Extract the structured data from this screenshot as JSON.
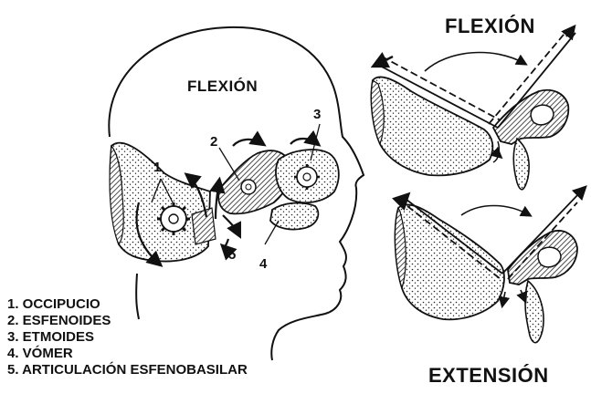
{
  "titles": {
    "main": "FLEXIÓN",
    "top_right": "FLEXIÓN",
    "bottom_right": "EXTENSIÓN"
  },
  "numbers": [
    "1",
    "2",
    "3",
    "4",
    "5"
  ],
  "legend": [
    "1. OCCIPUCIO",
    "2. ESFENOIDES",
    "3. ETMOIDES",
    "4. VÓMER",
    "5. ARTICULACIÓN ESFENOBASILAR"
  ]
}
